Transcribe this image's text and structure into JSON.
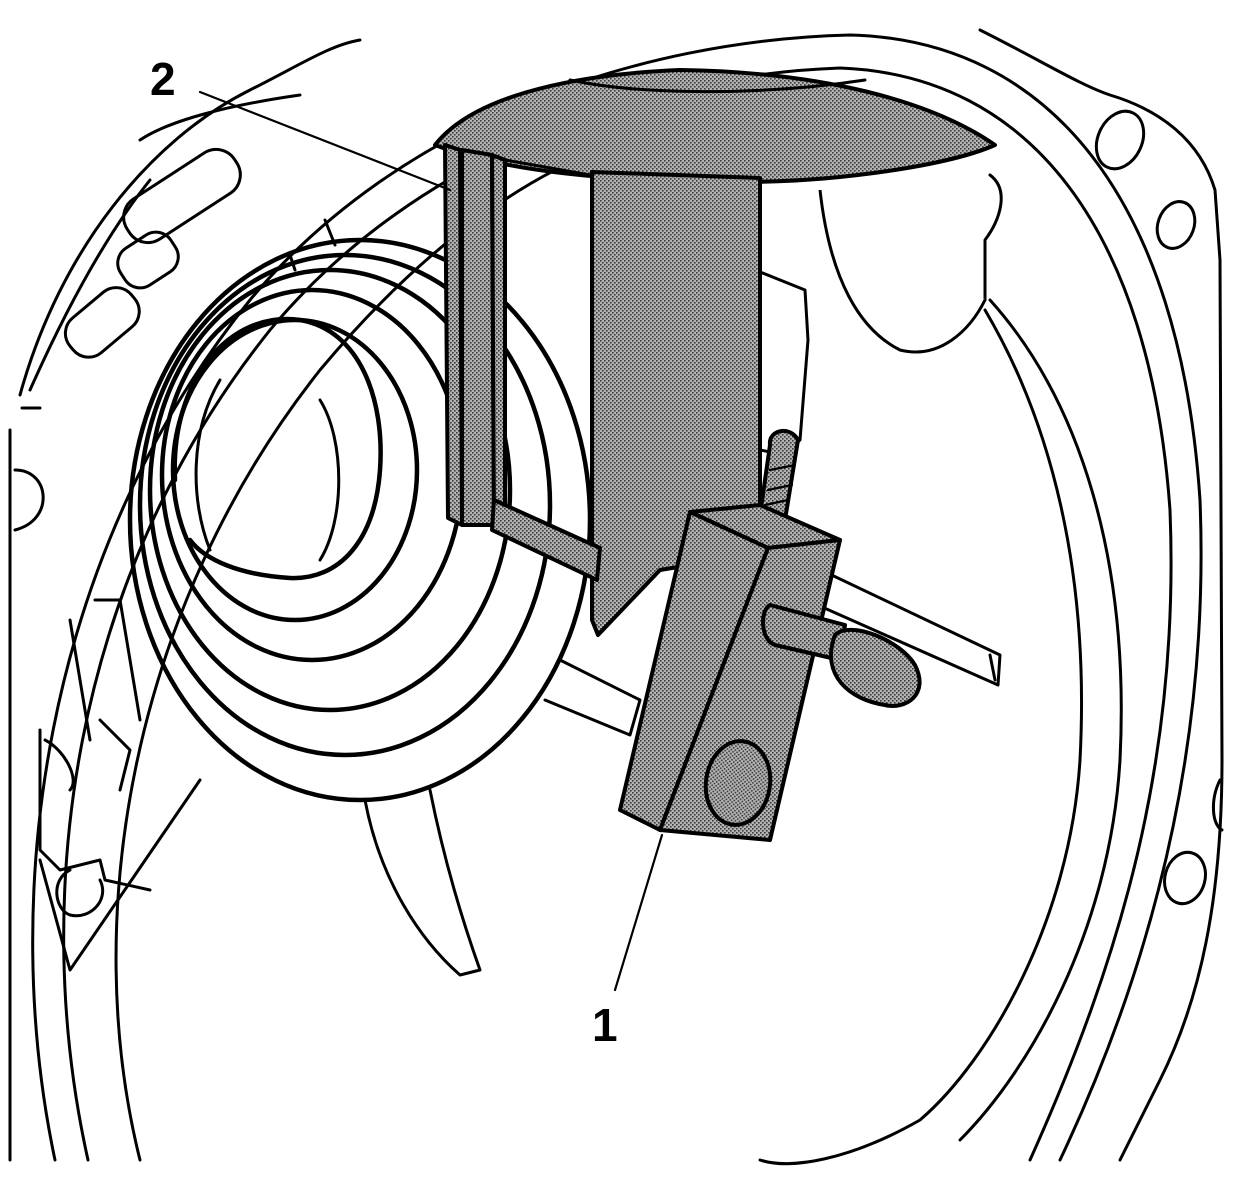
{
  "diagram": {
    "callouts": [
      {
        "id": "1",
        "label": "1"
      },
      {
        "id": "2",
        "label": "2"
      }
    ],
    "colors": {
      "line": "#000000",
      "shade": "#8c8c8c",
      "background": "#ffffff"
    }
  }
}
